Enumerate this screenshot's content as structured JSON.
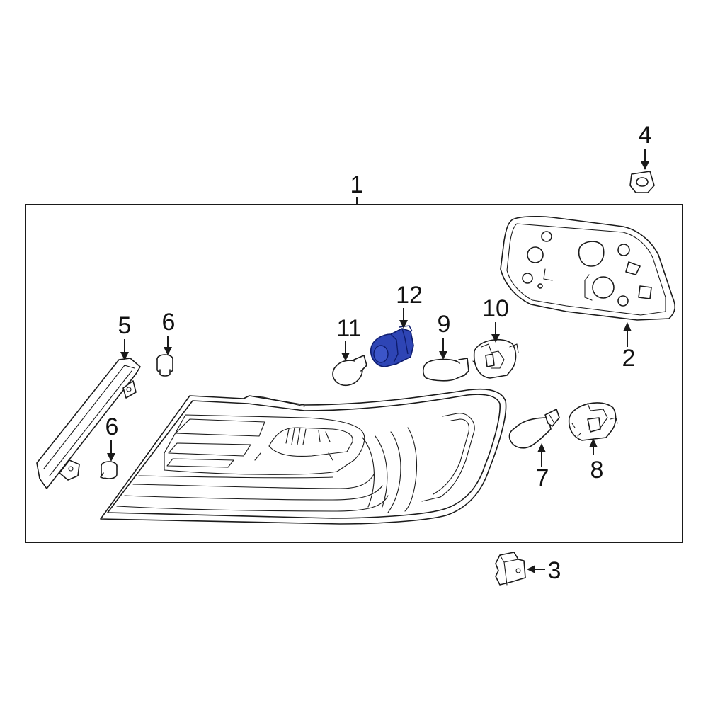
{
  "callouts": {
    "c1": "1",
    "c2": "2",
    "c3": "3",
    "c4": "4",
    "c5": "5",
    "c6a": "6",
    "c6b": "6",
    "c7": "7",
    "c8": "8",
    "c9": "9",
    "c10": "10",
    "c11": "11",
    "c12": "12"
  },
  "colors": {
    "line": "#1a1a1a",
    "highlight_fill": "#2e45b5",
    "highlight_stroke": "#0e1c6e",
    "background": "#ffffff"
  }
}
